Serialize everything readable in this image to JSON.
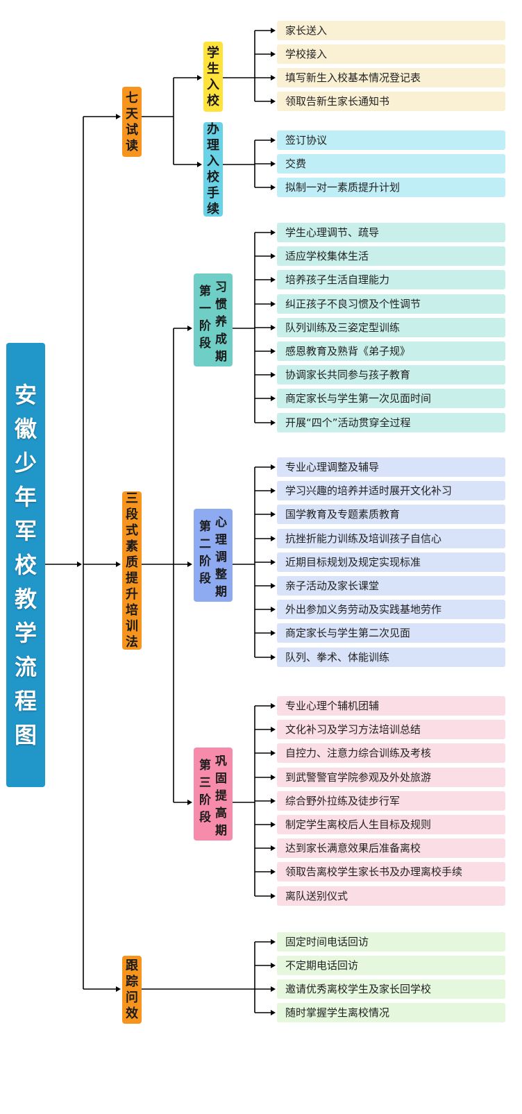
{
  "title": "安徽少年军校教学流程图",
  "colors": {
    "title_bg": "#2196c9",
    "category_bg": "#f7941d",
    "enroll_bg": "#ffe23a",
    "enroll_leaf": "#faf1d5",
    "procedure_bg": "#69d2e7",
    "procedure_leaf": "#bfeef6",
    "stage1_bg": "#6fcfc7",
    "stage1_leaf": "#c8efe9",
    "stage2_bg": "#8eaaf1",
    "stage2_leaf": "#d8e2f8",
    "stage3_bg": "#f68bab",
    "stage3_leaf": "#fbdde5",
    "follow_leaf": "#e5f7dd",
    "line": "#000000"
  },
  "categories": {
    "trial": "七天试读",
    "three_stage": "三段式素质提升培训法",
    "follow_up": "跟踪问效"
  },
  "enrollment": {
    "label": "学生入校",
    "items": [
      "家长送入",
      "学校接入",
      "填写新生入校基本情况登记表",
      "领取告新生家长通知书"
    ]
  },
  "procedures": {
    "label": "办理入校手续",
    "items": [
      "签订协议",
      "交费",
      "拟制一对一素质提升计划"
    ]
  },
  "stage1": {
    "stage": "第一阶段",
    "name": "习惯养成期",
    "items": [
      "学生心理调节、疏导",
      "适应学校集体生活",
      "培养孩子生活自理能力",
      "纠正孩子不良习惯及个性调节",
      "队列训练及三姿定型训练",
      "感恩教育及熟背《弟子规》",
      "协调家长共同参与孩子教育",
      "商定家长与学生第一次见面时间",
      "开展“四个”活动贯穿全过程"
    ]
  },
  "stage2": {
    "stage": "第二阶段",
    "name": "心理调整期",
    "items": [
      "专业心理调整及辅导",
      "学习兴趣的培养并适时展开文化补习",
      "国学教育及专题素质教育",
      "抗挫折能力训练及培训孩子自信心",
      "近期目标规划及规定实现标准",
      "亲子活动及家长课堂",
      "外出参加义务劳动及实践基地劳作",
      "商定家长与学生第二次见面",
      "队列、拳术、体能训练"
    ]
  },
  "stage3": {
    "stage": "第三阶段",
    "name": "巩固提高期",
    "items": [
      "专业心理个辅机团辅",
      "文化补习及学习方法培训总结",
      "自控力、注意力综合训练及考核",
      "到武警警官学院参观及外处旅游",
      "综合野外拉练及徒步行军",
      "制定学生离校后人生目标及规则",
      "达到家长满意效果后准备离校",
      "领取告离校学生家长书及办理离校手续",
      "离队送别仪式"
    ]
  },
  "follow_up": {
    "items": [
      "固定时间电话回访",
      "不定期电话回访",
      "邀请优秀离校学生及家长回学校",
      "随时掌握学生离校情况"
    ]
  }
}
